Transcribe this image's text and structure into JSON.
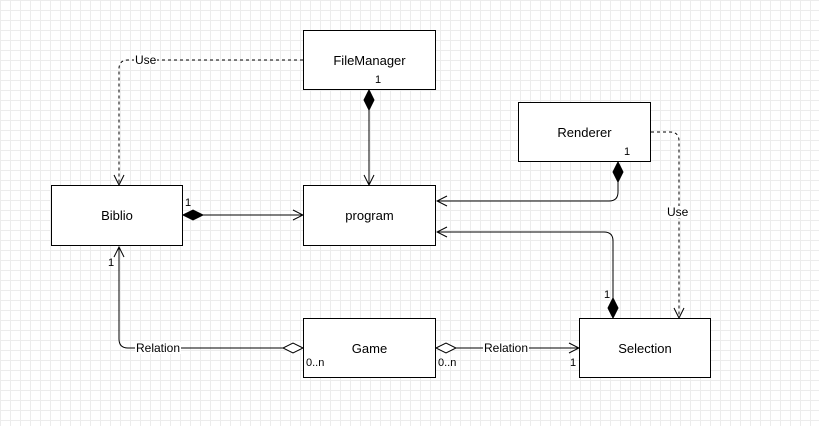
{
  "classes": {
    "file_manager": "FileManager",
    "renderer": "Renderer",
    "biblio": "Biblio",
    "program": "program",
    "game": "Game",
    "selection": "Selection"
  },
  "edges": {
    "use_biblio": "Use",
    "use_selection": "Use",
    "relation_biblio": "Relation",
    "relation_selection": "Relation"
  },
  "multiplicities": {
    "file_manager_program": "1",
    "renderer_program": "1",
    "biblio_program": "1",
    "biblio_game": "1",
    "selection_program": "1",
    "game_biblio": "0..n",
    "game_selection": "0..n",
    "selection_game": "1"
  },
  "colors": {
    "stroke": "#000000",
    "grid": "#ececec"
  }
}
